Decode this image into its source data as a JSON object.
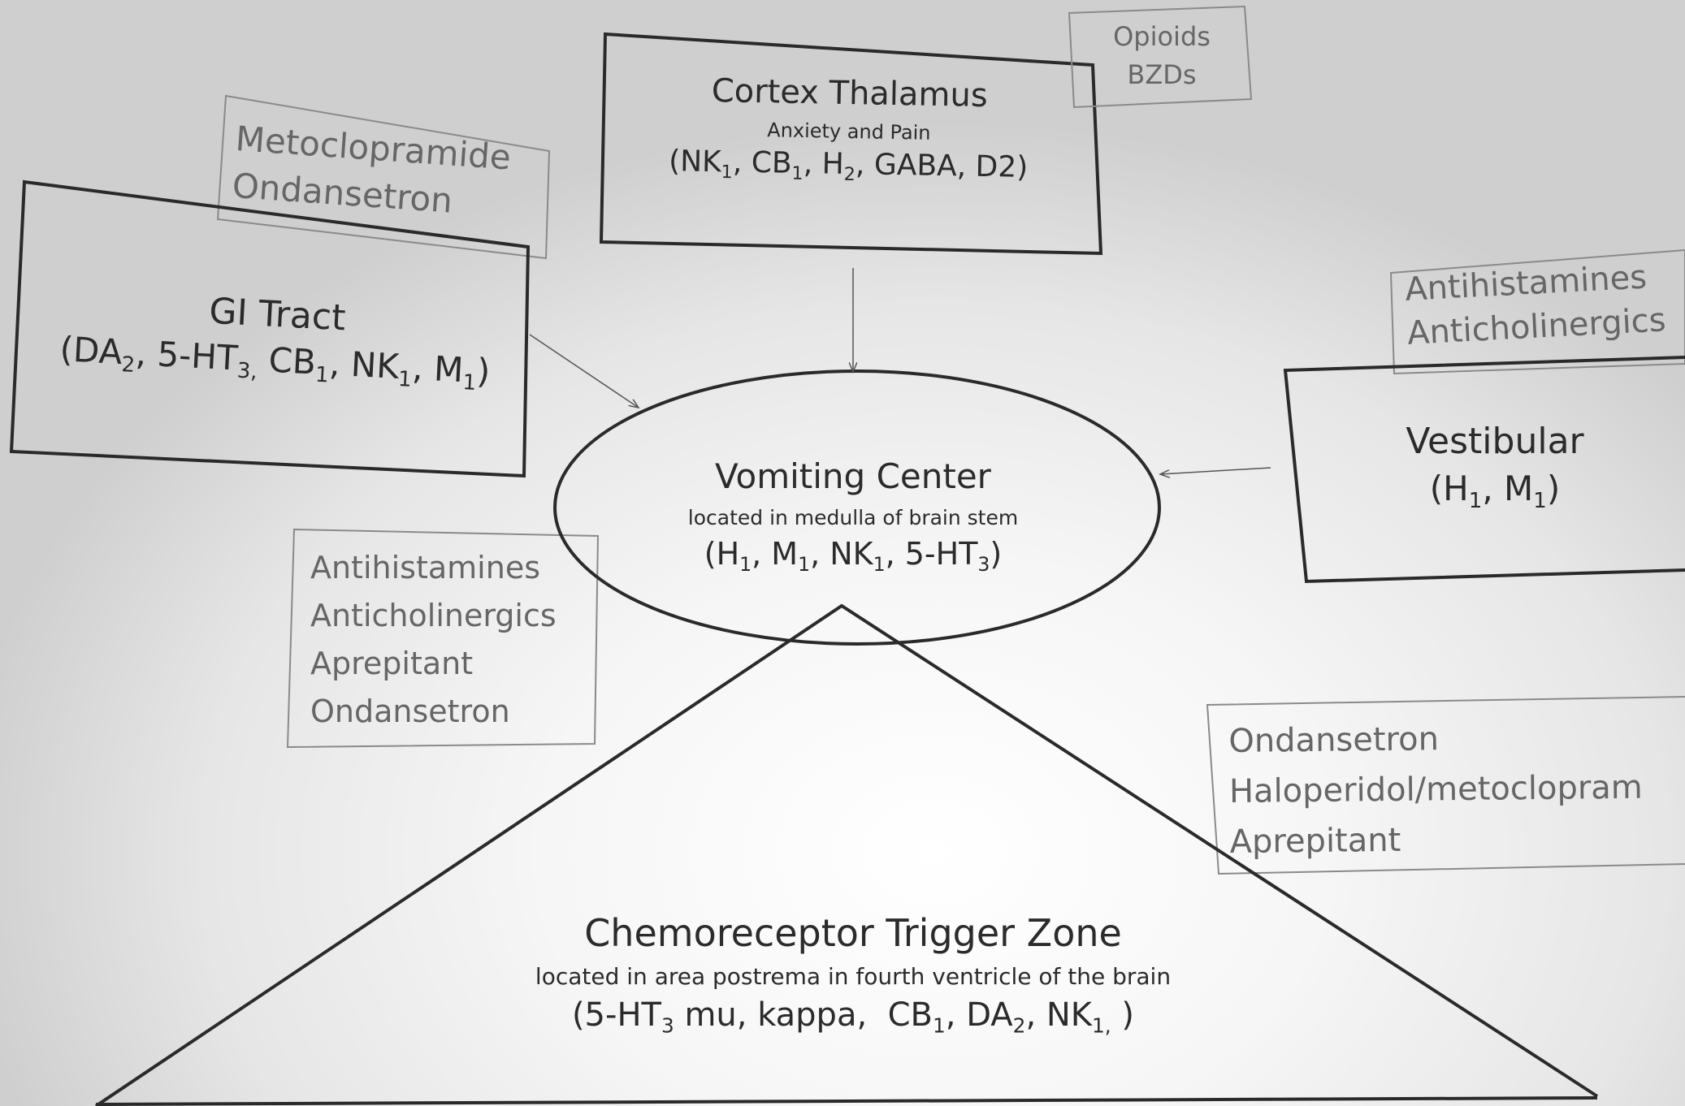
{
  "nodes": {
    "cortex": {
      "title": "Cortex Thalamus",
      "subtitle": "Anxiety and Pain",
      "receptors_html": "(NK<sub>1</sub>, CB<sub>1</sub>, H<sub>2</sub>, GABA, D2)"
    },
    "gi": {
      "title": "GI Tract",
      "receptors_html": "(DA<sub>2</sub>, 5-HT<sub>3,</sub> CB<sub>1</sub>, NK<sub>1</sub>, M<sub>1</sub>)"
    },
    "vestibular": {
      "title": "Vestibular",
      "receptors_html": "(H<sub>1</sub>, M<sub>1</sub>)"
    },
    "vomiting": {
      "title": "Vomiting Center",
      "subtitle": "located in medulla of brain stem",
      "receptors_html": "(H<sub>1</sub>, M<sub>1</sub>, NK<sub>1</sub>, 5-HT<sub>3</sub>)"
    },
    "ctz": {
      "title": "Chemoreceptor Trigger Zone",
      "subtitle": "located in area postrema in fourth ventricle of the brain",
      "receptors_html": "(5-HT<sub>3</sub> mu, kappa,&nbsp; CB<sub>1</sub>, DA<sub>2</sub>, NK<sub>1,</sub> )"
    }
  },
  "drug_boxes": {
    "cortex": [
      "Opioids",
      "BZDs"
    ],
    "gi": [
      "Metoclopramide",
      "Ondansetron"
    ],
    "vestibular": [
      "Antihistamines",
      "Anticholinergics"
    ],
    "vomiting": [
      "Antihistamines",
      "Anticholinergics",
      "Aprepitant",
      "Ondansetron"
    ],
    "ctz": [
      "Ondansetron",
      "Haloperidol/metoclopram",
      "Aprepitant"
    ]
  },
  "colors": {
    "node_border": "#2a2a2a",
    "drug_border": "#8a8a8a",
    "drug_text": "#666666",
    "node_text": "#2b2b2b"
  }
}
